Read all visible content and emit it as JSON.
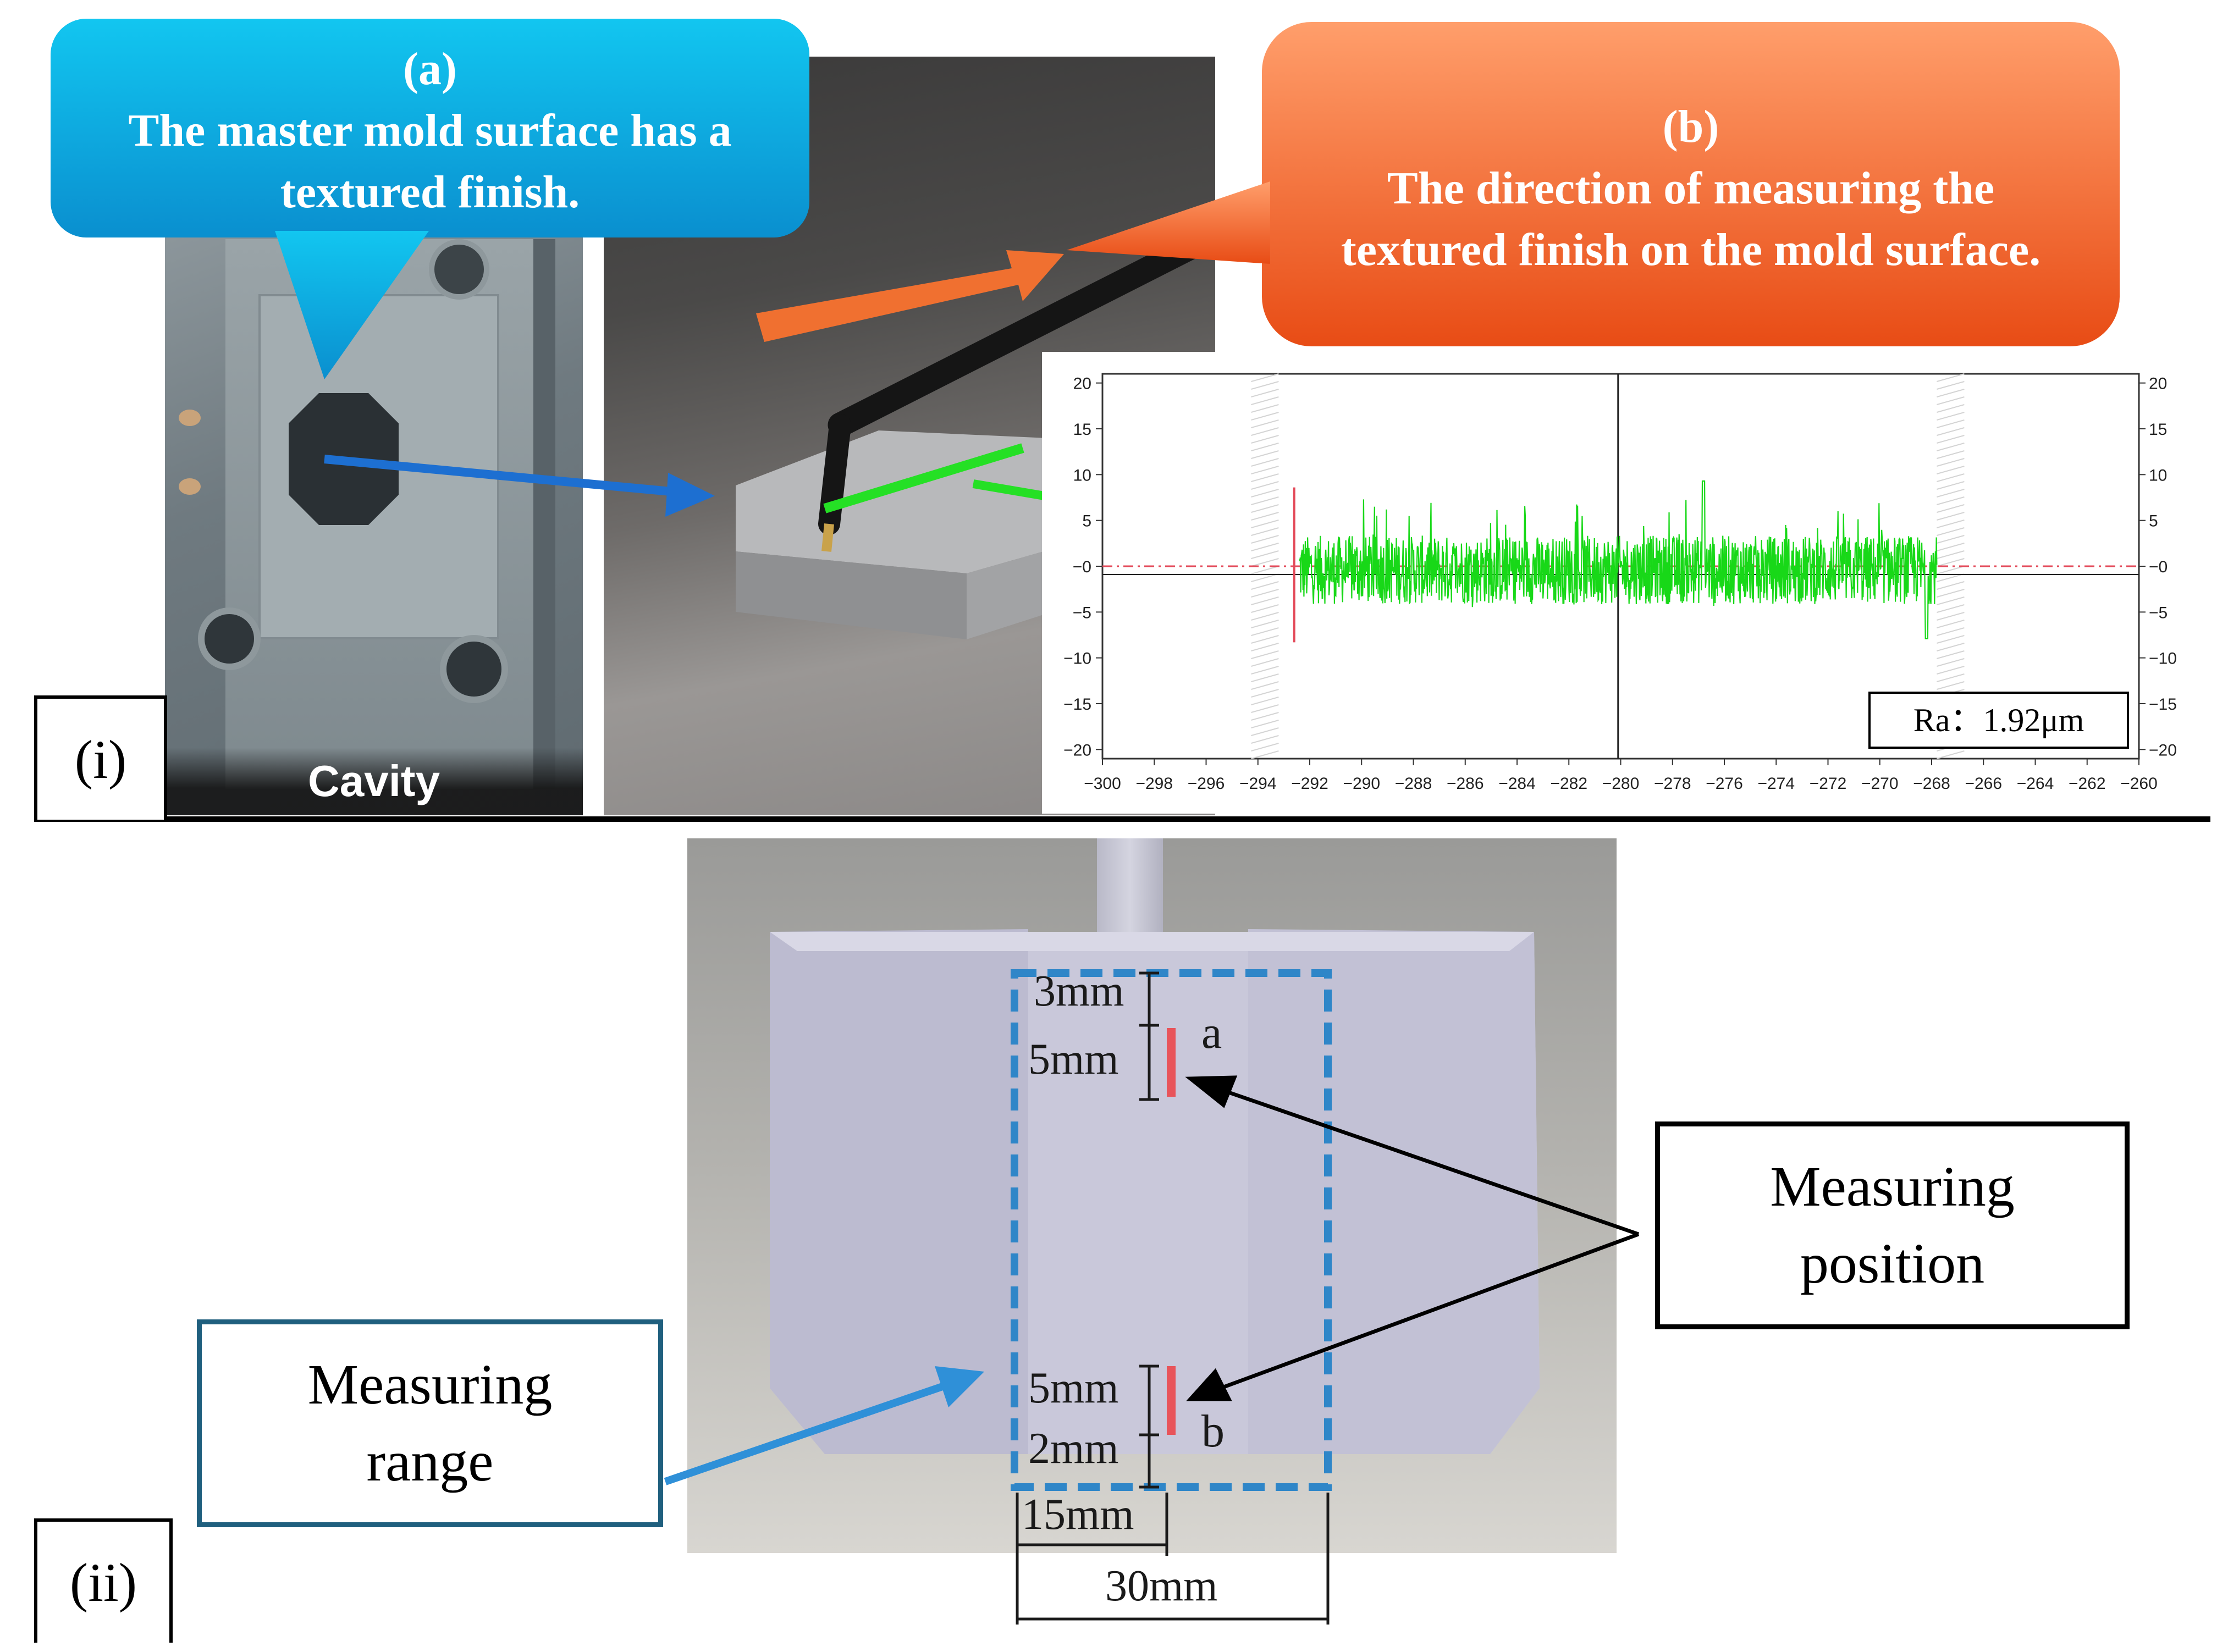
{
  "panel_i": {
    "label": "(i)",
    "cavity_caption": "Cavity",
    "callout_a": {
      "tag": "(a)",
      "line1": "The master mold surface has a",
      "line2": "textured finish."
    },
    "callout_b": {
      "tag": "(b)",
      "line1": "The direction of measuring the",
      "line2": "textured finish on the mold surface."
    },
    "ra_label": "Ra：1.92μm"
  },
  "chart_data": {
    "type": "line",
    "x_ticks": [
      -300,
      -298,
      -296,
      -294,
      -292,
      -290,
      -288,
      -286,
      -284,
      -282,
      -280,
      -278,
      -276,
      -274,
      -272,
      -270,
      -268,
      -266,
      -264,
      -262,
      -260
    ],
    "y_ticks": [
      20,
      15,
      10,
      5,
      0,
      -5,
      -10,
      -15,
      -20
    ],
    "xlim": [
      -300,
      -260
    ],
    "ylim": [
      -21,
      21
    ],
    "signal_range_x": [
      -292.4,
      -267.8
    ],
    "signal_amplitude_typical": [
      -4,
      5
    ],
    "signal_peaks": [
      9.7,
      -7.5
    ],
    "colors": {
      "signal": "#18d818",
      "axis": "#333333",
      "marker": "#e34a5a"
    }
  },
  "panel_ii": {
    "label": "(ii)",
    "measuring_position": {
      "line1": "Measuring",
      "line2": "position"
    },
    "measuring_range": {
      "line1": "Measuring",
      "line2": "range"
    },
    "point_a": "a",
    "point_b": "b",
    "dims": {
      "d3": "3mm",
      "d5_top": "5mm",
      "d5_bottom": "5mm",
      "d2": "2mm",
      "d15": "15mm",
      "d30": "30mm"
    }
  }
}
